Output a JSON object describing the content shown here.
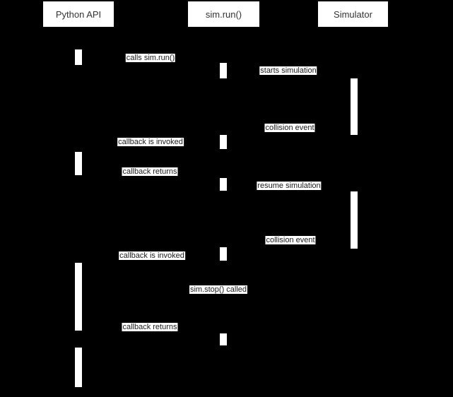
{
  "diagram": {
    "type": "sequence-diagram",
    "colors": {
      "background": "#000000",
      "box_fill": "#ffffff",
      "text": "#333333"
    },
    "participants": [
      {
        "label": "Python API"
      },
      {
        "label": "sim.run()"
      },
      {
        "label": "Simulator"
      }
    ],
    "messages": [
      {
        "label": "calls sim.run()"
      },
      {
        "label": "starts simulation"
      },
      {
        "label": "collision event"
      },
      {
        "label": "callback is invoked"
      },
      {
        "label": "callback returns"
      },
      {
        "label": "resume simulation"
      },
      {
        "label": "collision event"
      },
      {
        "label": "callback is invoked"
      },
      {
        "label": "sim.stop() called"
      },
      {
        "label": "callback returns"
      }
    ]
  }
}
